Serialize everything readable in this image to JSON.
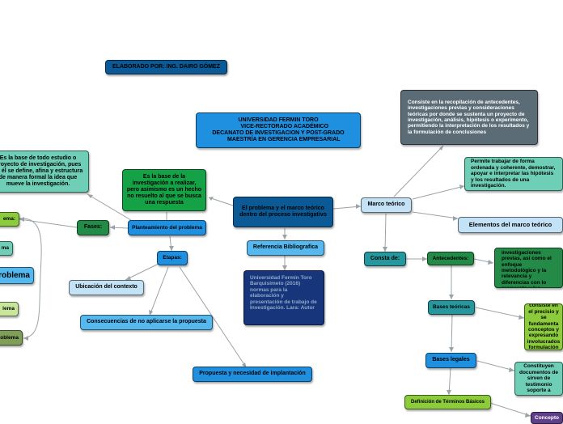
{
  "nodes": {
    "author": "ELABORADO POR:  ING. DAIRO GÓMEZ",
    "university_header": "UNIVERSIDAD FERMIN TORO\n        VICE-RECTORADO ACADÉMICO\nDECANATO DE INVESTIGACION Y POST-GRADO\n       MAESTRÍA EN GERENCIA EMPRESARIAL",
    "central": "El problema y el marco teórico dentro del proceso investigativo",
    "planteamiento": "Planteamiento del problema",
    "definicion_planteamiento": "Es la base de la investigación a realizar, pero asimismo es un hecho no resuelto al que se busca una respuesta",
    "base_estudio": "Es la base de todo estudio o proyecto de investigación, pues en él se define, afina y estructura de manera formal la idea que mueve la investigación.",
    "fases": "Fases:",
    "etapas": "Etapas:",
    "ubicacion": "Ubicación del contexto",
    "consecuencias": "Consecuencias de no aplicarse la propuesta",
    "propuesta": "Propuesta y necesidad de implantación",
    "referencia": "Referencia Bibliografica",
    "referencia_detalle": "Universidad Fermín Toro Barquisimeto (2016) normas para la elaboración y presentación de trabajo de Investigación. Lara: Autor",
    "marco_teorico": "Marco teórico",
    "consiste_en": "Consiste en la recopilación de antecedentes, investigaciones previas y consideraciones teóricas por donde se sustenta un proyecto de investigación, análisis, hipótesis o experimento, permitiendo la interpretación de los resultados y la formulación de conclusiones",
    "permite": "Permite trabajar de forma ordenada y coherente, demostrar, apoyar e interpretar las hipótesis y los resultados de una investigación.",
    "elementos": "Elementos del marco teórico",
    "consta_de": "Consta de:",
    "antecedentes": "Antecedentes:",
    "antecedentes_detalle": "Se basan en crear un análisis de investigaciones previas, así como el enfoque metodológico y la relevancia y diferencias con lo propuesto y las circunstancias",
    "bases_teoricas": "Bases teóricas",
    "bases_teoricas_detalle": "consiste en el precisio y se fundamenta conceptos y expresando involucrados formulación",
    "bases_legales": "Bases legales",
    "bases_legales_detalle": "Constituyen documentos de sirven de testimonio soporte a",
    "definicion_terminos": "Definición de Términos Básicos",
    "concepto": "Concepto",
    "left_1": "ema:",
    "left_2": "ma",
    "left_3": "roblema",
    "left_4": "lema",
    "left_5": "oblema"
  },
  "colors": {
    "edge": "#9aa3a8",
    "dark_blue": "#0b5a95",
    "blue": "#1f8fe0",
    "light_blue": "#55b9ef",
    "pale_blue": "#c4e2f5",
    "navy": "#17357a",
    "green": "#15a247",
    "dark_green": "#238a48",
    "teal": "#27979e",
    "mint": "#6fcfb6",
    "slate": "#5b6c76",
    "lime": "#8ccc3c",
    "olive": "#7f9f58",
    "purple": "#5f3f8a"
  }
}
